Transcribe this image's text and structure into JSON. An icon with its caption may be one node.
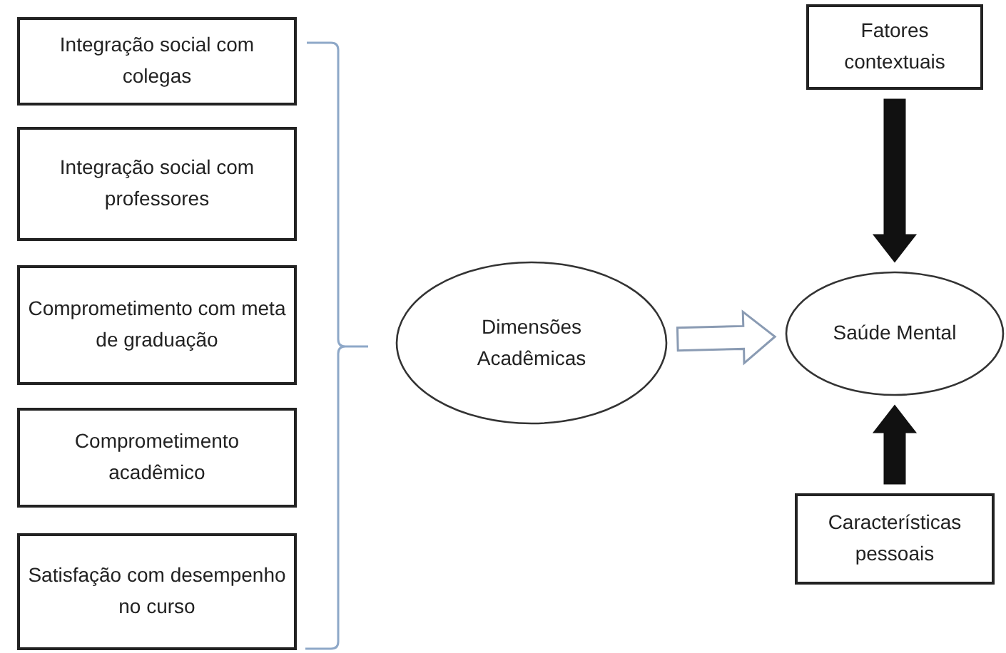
{
  "diagram": {
    "nodes": [
      {
        "text": [
          "Integração social com colegas"
        ]
      },
      {
        "text": [
          "Integração social com professores"
        ]
      },
      {
        "text": [
          "Comprometimento com meta de graduação"
        ]
      },
      {
        "text": [
          "Comprometimento acadêmico"
        ]
      },
      {
        "text": [
          "Satisfação com desempenho no curso"
        ]
      },
      {
        "text": [
          "Dimensões Acadêmicas"
        ]
      },
      {
        "text": [
          "Saúde Mental"
        ]
      },
      {
        "text": [
          "Fatores contextuais"
        ]
      },
      {
        "text": [
          "Características pessoais"
        ]
      }
    ],
    "edges": [
      {
        "from": 5,
        "to": 6,
        "arrow": "to"
      },
      {
        "from": 7,
        "to": 6,
        "arrow": "to",
        "style": "thick"
      },
      {
        "from": 8,
        "to": 6,
        "arrow": "to",
        "style": "thick"
      }
    ]
  }
}
